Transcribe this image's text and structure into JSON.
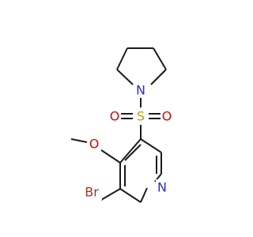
{
  "molecule": {
    "atoms": {
      "nitrogen_ring_top": "N",
      "sulfur": "S",
      "oxygen_sulfonyl_left": "O",
      "oxygen_sulfonyl_right": "O",
      "oxygen_methoxy": "O",
      "bromine": "Br",
      "nitrogen_pyridine": "N"
    },
    "colors": {
      "carbon_bond": "#1a1a1a",
      "nitrogen": "#2a2ad8",
      "oxygen": "#e00000",
      "sulfur": "#b8a300",
      "bromine": "#9a3a1a"
    }
  }
}
